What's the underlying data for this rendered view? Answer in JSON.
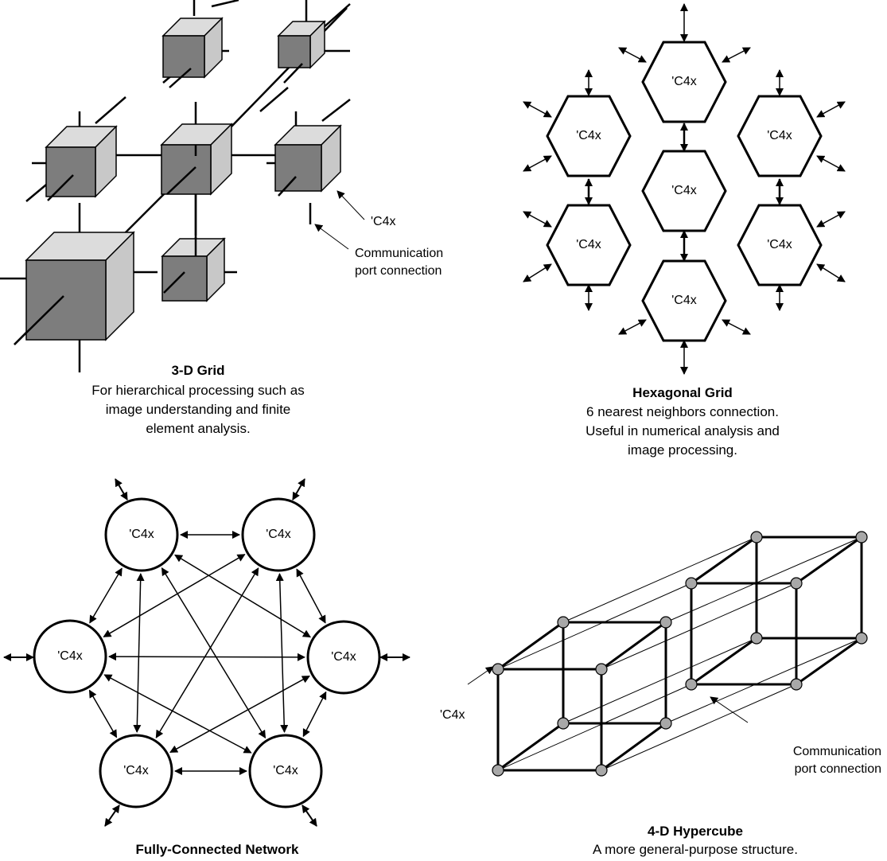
{
  "node_label": "'C4x",
  "colors": {
    "ink": "#000000",
    "cube_light": "#c8c8c8",
    "cube_dark": "#7d7d7d",
    "cube_top": "#dcdcdc",
    "hyper_node": "#a8a8a8",
    "paper": "#ffffff"
  },
  "panels": {
    "grid3d": {
      "title": "3-D Grid",
      "desc_lines": [
        "For hierarchical processing such as",
        "image understanding and finite",
        "element analysis."
      ],
      "node_callout": "'C4x",
      "port_callout_lines": [
        "Communication",
        "port connection"
      ]
    },
    "hexgrid": {
      "title": "Hexagonal Grid",
      "desc_lines": [
        "6 nearest neighbors connection.",
        "Useful in numerical analysis and",
        "image processing."
      ]
    },
    "fully": {
      "title": "Fully-Connected Network"
    },
    "hypercube": {
      "title": "4-D Hypercube",
      "desc_lines": [
        "A more general-purpose structure."
      ],
      "node_callout": "'C4x",
      "port_callout_lines": [
        "Communication",
        "port connection"
      ]
    }
  }
}
